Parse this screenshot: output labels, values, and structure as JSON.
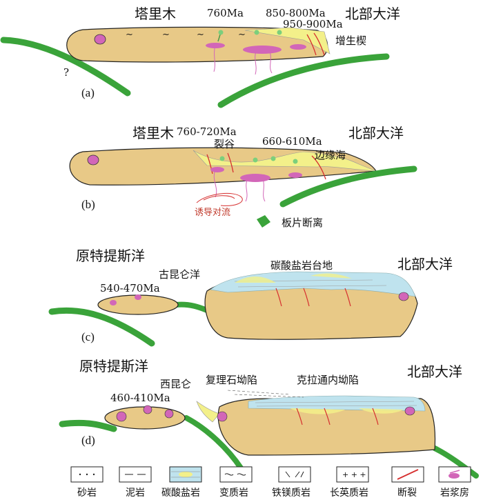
{
  "panels": {
    "a": {
      "letter": "(a)",
      "title": "塔里木",
      "ocean": "北部大洋",
      "age1": "760Ma",
      "age2": "850-800Ma",
      "age3": "950-900Ma",
      "wedge": "增生楔",
      "question": "?"
    },
    "b": {
      "letter": "(b)",
      "title": "塔里木",
      "ocean": "北部大洋",
      "age1": "760-720Ma",
      "rift": "裂谷",
      "age2": "660-610Ma",
      "margin_sea": "边缘海",
      "convection": "诱导对流",
      "slab": "板片断离"
    },
    "c": {
      "letter": "(c)",
      "proto": "原特提斯洋",
      "kunlun": "古昆仑洋",
      "age": "540-470Ma",
      "platform": "碳酸盐岩台地",
      "ocean": "北部大洋"
    },
    "d": {
      "letter": "(d)",
      "proto": "原特提斯洋",
      "west_kunlun": "西昆仑",
      "age": "460-410Ma",
      "fuli": "复理石坳陷",
      "kela": "克拉通内坳陷",
      "ocean": "北部大洋"
    }
  },
  "legend": [
    {
      "label": "砂岩",
      "icon": "sandstone-icon"
    },
    {
      "label": "泥岩",
      "icon": "mudstone-icon"
    },
    {
      "label": "碳酸盐岩",
      "icon": "carbonate-icon"
    },
    {
      "label": "变质岩",
      "icon": "metamorphic-icon"
    },
    {
      "label": "铁镁质岩",
      "icon": "mafic-icon"
    },
    {
      "label": "长英质岩",
      "icon": "felsic-icon"
    },
    {
      "label": "断裂",
      "icon": "fault-icon"
    },
    {
      "label": "岩浆房",
      "icon": "magma-chamber-icon"
    }
  ],
  "colors": {
    "crust": "#e8c987",
    "crust_stroke": "#222222",
    "slab": "#3aa33a",
    "magma": "#d266b8",
    "carbonate": "#bfe3ee",
    "yellow": "#f3f08a",
    "fault": "#d62f2f"
  }
}
